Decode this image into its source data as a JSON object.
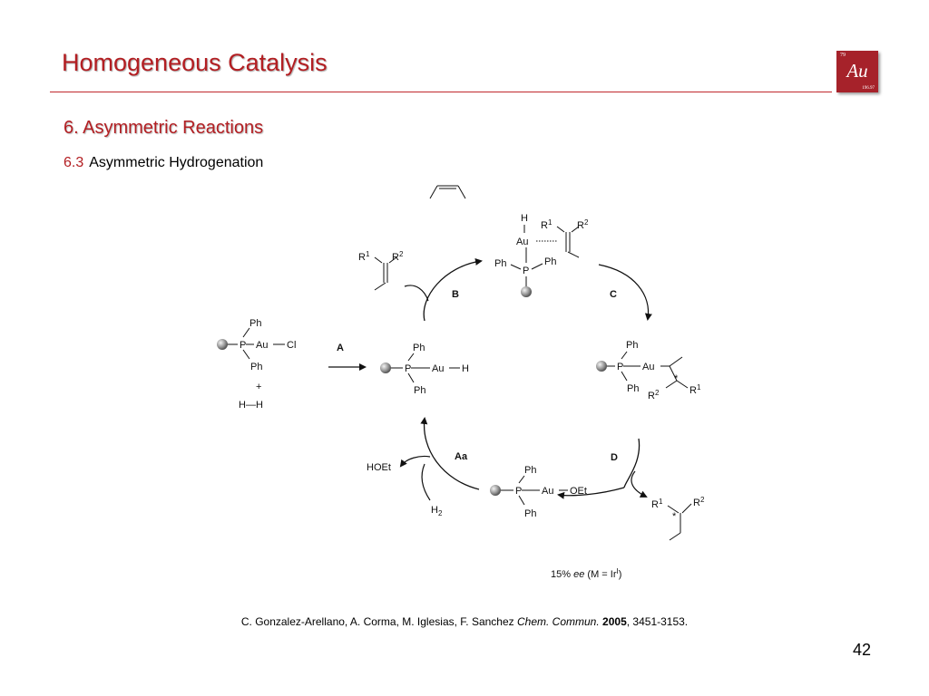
{
  "slide": {
    "title": "Homogeneous Catalysis",
    "section_heading": "6. Asymmetric Reactions",
    "subsection_number": "6.3",
    "subsection_title": "Asymmetric Hydrogenation",
    "page_number": "42"
  },
  "logo": {
    "atomic_number": "79",
    "symbol": "Au",
    "atomic_mass": "196.97",
    "color": "#a6222a"
  },
  "accent_color": "#b31e22",
  "scheme": {
    "step_labels": {
      "a": "A",
      "aa": "Aa",
      "b": "B",
      "c": "C",
      "d": "D"
    },
    "reagents": {
      "ph": "Ph",
      "p": "P",
      "au": "Au",
      "cl": "Cl",
      "h": "H",
      "plus": "+",
      "h2_bond": "H—H",
      "oet": "OEt",
      "hoet": "HOEt",
      "h2": "H",
      "h2_sub": "2",
      "r": "R",
      "sup1": "1",
      "sup2": "2",
      "star": "*"
    },
    "ee_note": {
      "value": "15%",
      "ee": "ee",
      "condition": "(M = Ir",
      "sup": "I",
      "close": ")"
    }
  },
  "citation": {
    "authors": "C. Gonzalez-Arellano, A. Corma, M. Iglesias, F. Sanchez",
    "journal": "Chem. Commun.",
    "year": "2005",
    "pages": ", 3451-3153."
  }
}
